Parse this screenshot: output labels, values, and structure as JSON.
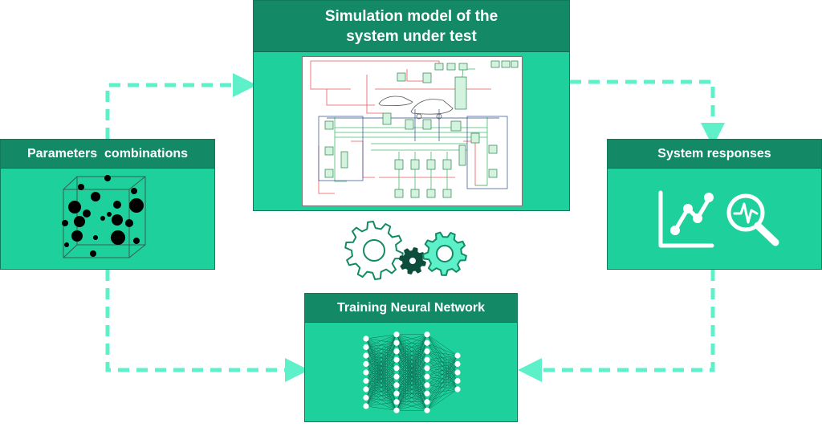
{
  "boxes": {
    "simulation": {
      "title_line1": "Simulation model of the",
      "title_line2": "system under test"
    },
    "parameters": {
      "title": "Parameters  combinations"
    },
    "responses": {
      "title": "System responses"
    },
    "training": {
      "title": "Training Neural Network"
    }
  },
  "colors": {
    "box_fill": "#1ed19c",
    "header_fill": "#138a65",
    "arrow": "#5ef0c8",
    "gear_outline": "#138a65",
    "gear_dark": "#0c4d3c"
  },
  "icons": {
    "parameters": "scatter-cube-icon",
    "responses_chart": "line-chart-icon",
    "responses_search": "magnifier-waveform-icon",
    "gears": "gears-icon",
    "network": "neural-network-icon"
  },
  "network": {
    "layers": [
      9,
      10,
      10,
      5
    ]
  }
}
